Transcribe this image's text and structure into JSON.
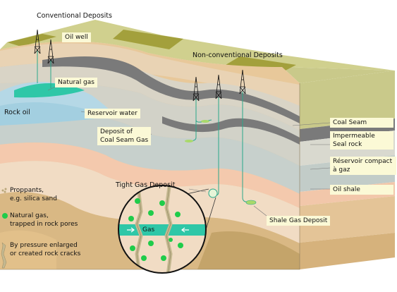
{
  "headings": {
    "conventional": "Conventional Deposits",
    "nonconventional": "Non-conventional Deposits"
  },
  "labels": {
    "oil_well": "Oil well",
    "natural_gas": "Natural gas",
    "rock_oil": "Rock oil",
    "reservoir_water": "Reservoir water",
    "coal_seam_gas_1": "Deposit of",
    "coal_seam_gas_2": "Coal Seam Gas",
    "tight_gas": "Tight Gas Deposit",
    "shale_gas": "Shale Gas Deposit",
    "gas": "Gas"
  },
  "layers": {
    "coal_seam": "Coal Seam",
    "seal_rock_1": "Impermeable",
    "seal_rock_2": "Seal rock",
    "reservoir_1": "Réservoir compact",
    "reservoir_2": "à gaz",
    "oil_shale": "Oil shale"
  },
  "legend": {
    "proppants_1": "Proppants,",
    "proppants_2": "e.g. silica sand",
    "natgas_1": "Natural gas,",
    "natgas_2": "trapped in rock pores",
    "cracks_1": "By pressure enlarged",
    "cracks_2": "or created rock cracks"
  },
  "colors": {
    "surface": "#c9c98a",
    "surface_dark": "#a3a03c",
    "coal": "#7a7a7a",
    "seal": "#d2d2c8",
    "reservoir": "#c7d0cc",
    "oil_shale": "#f4c9ad",
    "deep": "#e8c89a",
    "gas_green": "#1fcc4a",
    "well_line": "#2aa88a"
  }
}
